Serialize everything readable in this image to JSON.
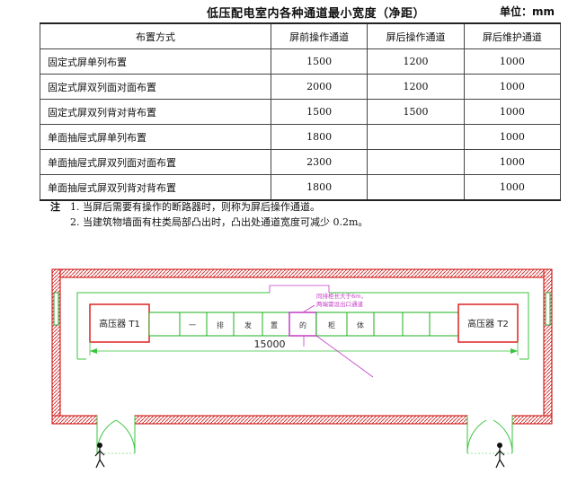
{
  "doc": {
    "title": "低压配电室内各种通道最小宽度（净距）",
    "unit": "单位：mm"
  },
  "table": {
    "headers": [
      "布置方式",
      "屏前操作通道",
      "屏后操作通道",
      "屏后维护通道"
    ],
    "rows": [
      [
        "固定式屏单列布置",
        "1500",
        "1200",
        "1000"
      ],
      [
        "固定式屏双列面对面布置",
        "2000",
        "1200",
        "1000"
      ],
      [
        "固定式屏双列背对背布置",
        "1500",
        "1500",
        "1000"
      ],
      [
        "单面抽屉式屏单列布置",
        "1800",
        "",
        "1000"
      ],
      [
        "单面抽屉式屏双列面对面布置",
        "2300",
        "",
        "1000"
      ],
      [
        "单面抽屉式屏双列背对背布置",
        "1800",
        "",
        "1000"
      ]
    ]
  },
  "notes": {
    "lead": "注",
    "items": [
      "1. 当屏后需要有操作的断路器时，则称为屏后操作通道。",
      "2. 当建筑物墙面有柱类局部凸出时，凸出处通道宽度可减少 0.2m。"
    ]
  },
  "plan": {
    "transformer_left": "高压器 T1",
    "transformer_right": "高压器 T2",
    "row_label_left": [
      "一",
      "排",
      "发",
      "置",
      "的"
    ],
    "row_label_right": [
      "柜",
      "体"
    ],
    "dimension": "15000",
    "annotation": [
      "同排柜长大于6m，",
      "两端需设出口通道"
    ]
  }
}
